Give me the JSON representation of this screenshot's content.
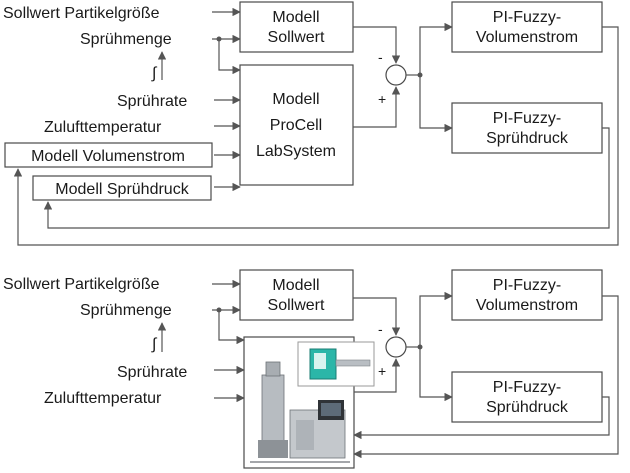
{
  "top": {
    "inputs": {
      "sollwert": "Sollwert Partikelgröße",
      "spruehmenge": "Sprühmenge",
      "integral": "∫",
      "spruehrate": "Sprührate",
      "zuluft": "Zulufttemperatur"
    },
    "boxes": {
      "modell_sollwert": [
        "Modell",
        "Sollwert"
      ],
      "modell_procell": [
        "Modell",
        "ProCell",
        "LabSystem"
      ],
      "pi_volumen": [
        "PI-Fuzzy-",
        "Volumenstrom"
      ],
      "pi_druck": [
        "PI-Fuzzy-",
        "Sprühdruck"
      ],
      "modell_volumen": "Modell Volumenstrom",
      "modell_druck": "Modell Sprühdruck"
    },
    "signs": {
      "minus": "-",
      "plus": "+"
    }
  },
  "bottom": {
    "inputs": {
      "sollwert": "Sollwert Partikelgröße",
      "spruehmenge": "Sprühmenge",
      "integral": "∫",
      "spruehrate": "Sprührate",
      "zuluft": "Zulufttemperatur"
    },
    "boxes": {
      "modell_sollwert": [
        "Modell",
        "Sollwert"
      ],
      "pi_volumen": [
        "PI-Fuzzy-",
        "Volumenstrom"
      ],
      "pi_druck": [
        "PI-Fuzzy-",
        "Sprühdruck"
      ]
    },
    "signs": {
      "minus": "-",
      "plus": "+"
    }
  },
  "colors": {
    "line": "#555555",
    "box_stroke": "#4a4a4a",
    "probe_green": "#2bb6a8",
    "machine_steel": "#9aa0a6"
  }
}
